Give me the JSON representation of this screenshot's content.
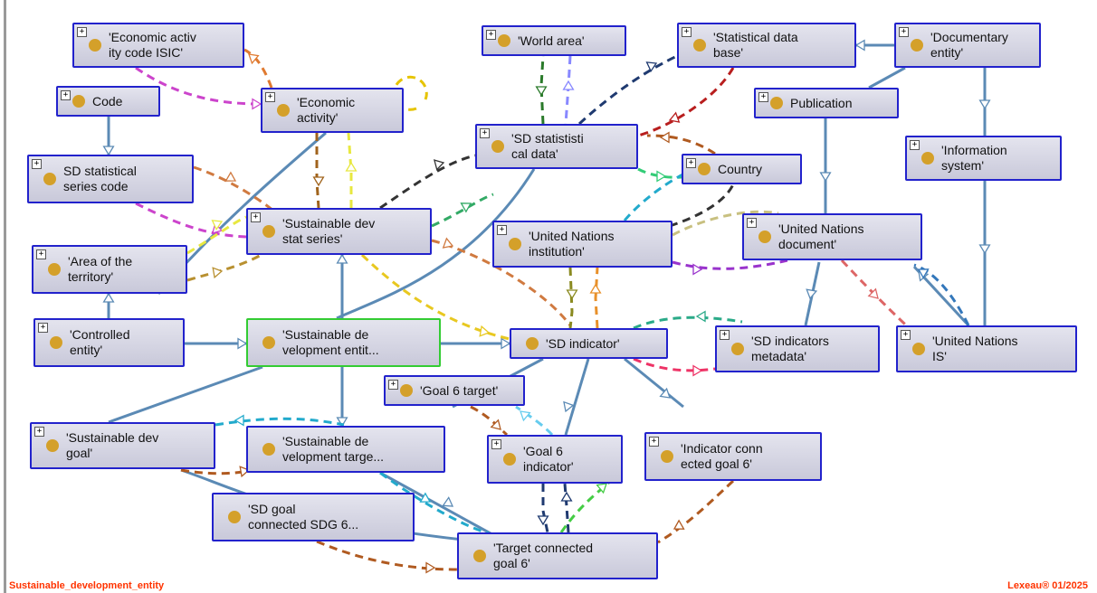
{
  "caption_left": "Sustainable_development_entity",
  "caption_right": "Lexeau® 01/2025",
  "colors": {
    "node_border": "#2222cc",
    "selected_border": "#33cc33",
    "node_dot": "#d4a02a",
    "structural_edge": "#5b8ab5",
    "caption": "#ff3300"
  },
  "nodes": {
    "n01": "'Economic activ\nity code ISIC'",
    "n02": "Code",
    "n03": "'Economic\nactivity'",
    "n04": "SD statistical\nseries code",
    "n05": "'World area'",
    "n06": "'Statistical data\nbase'",
    "n07": "'Documentary\nentity'",
    "n08": "Publication",
    "n09": "'SD statististi\ncal data'",
    "n10": "Country",
    "n11": "'Information\nsystem'",
    "n12": "'Sustainable dev\nstat series'",
    "n13": "'United Nations\ninstitution'",
    "n14": "'United Nations\ndocument'",
    "n15": "'Area of the\nterritory'",
    "n16": "'Controlled\nentity'",
    "n17": "'Sustainable de\nvelopment entit...",
    "n18": "'SD indicator'",
    "n19": "'SD indicators\nmetadata'",
    "n20": "'United Nations\nIS'",
    "n21": "'Goal 6 target'",
    "n22": "'Sustainable dev\ngoal'",
    "n23": "'Sustainable de\nvelopment targe...",
    "n24": "'Goal 6\nindicator'",
    "n25": "'Indicator conn\nected goal 6'",
    "n26": "'SD goal\nconnected SDG 6...",
    "n27": "'Target connected\ngoal 6'"
  }
}
